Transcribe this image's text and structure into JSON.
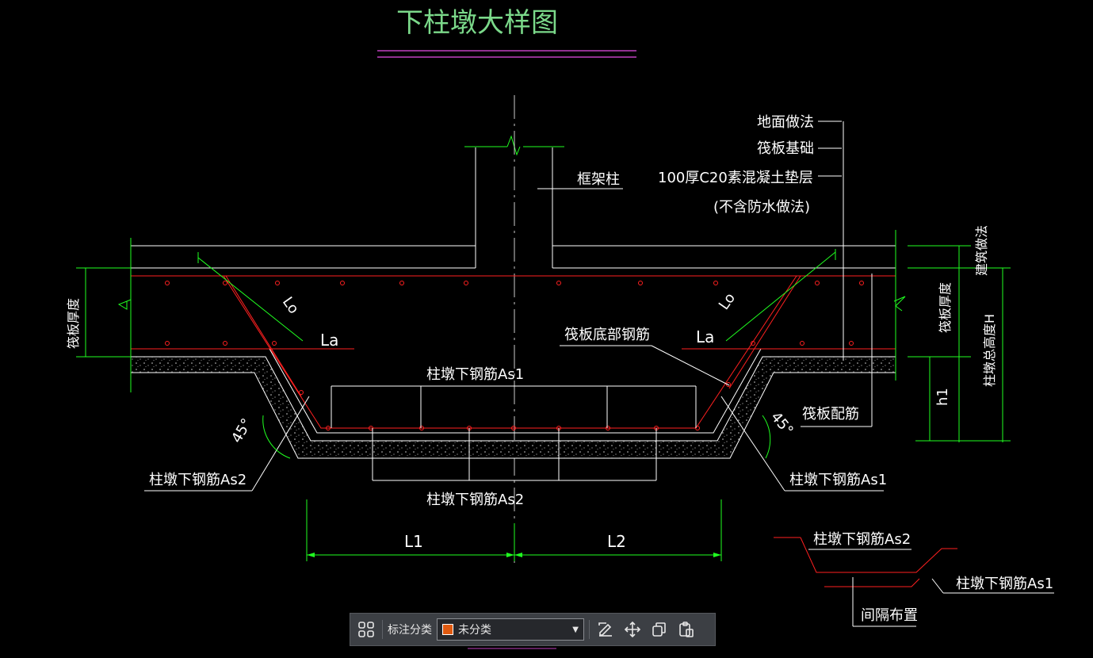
{
  "drawing": {
    "title": "下柱墩大样图",
    "labels": {
      "ground": "地面做法",
      "raft_foundation": "筏板基础",
      "cushion": "100厚C20素混凝土垫层",
      "no_waterproof": "(不含防水做法)",
      "frame_column": "框架柱",
      "building_surface": "建筑做法",
      "raft_thickness_left": "筏板厚度",
      "raft_thickness_right": "筏板厚度",
      "pier_height": "柱墩总高度H",
      "h1": "h1",
      "raft_bottom_rebar": "筏板底部钢筋",
      "raft_rebar": "筏板配筋",
      "as1_top": "柱墩下钢筋As1",
      "as2_bottom": "柱墩下钢筋As2",
      "as2_left": "柱墩下钢筋As2",
      "as1_right": "柱墩下钢筋As1",
      "la_left": "La",
      "la_right": "La",
      "lo_left": "Lo",
      "lo_right": "Lo",
      "angle_left": "45°",
      "angle_right": "45°",
      "l1": "L1",
      "l2": "L2",
      "detail_as2": "柱墩下钢筋As2",
      "detail_as1": "柱墩下钢筋As1",
      "detail_spacing": "间隔布置"
    },
    "colors": {
      "title": "#7bd98a",
      "title_underline": "#c040c0",
      "outline": "#ffffff",
      "rebar": "#ff2020",
      "dimension": "#20ff20"
    }
  },
  "toolbar": {
    "group_icon": "apps-grid-icon",
    "category_label": "标注分类",
    "selected_category": "未分类",
    "selected_color": "#e05a10",
    "icons": [
      "edit-icon",
      "move-icon",
      "copy-icon",
      "paste-icon"
    ]
  }
}
